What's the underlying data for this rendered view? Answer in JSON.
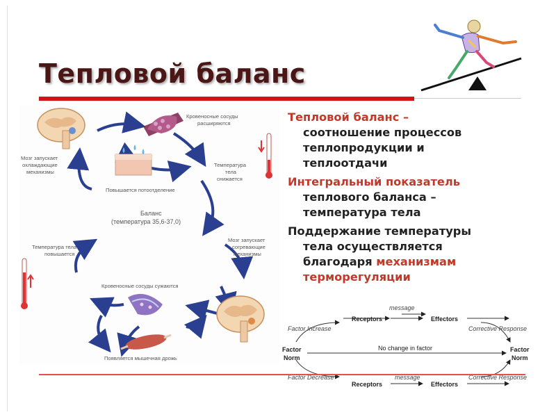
{
  "slide": {
    "title": "Тепловой баланс"
  },
  "bullets": [
    {
      "lead": "Тепловой баланс –",
      "lines": [
        "соотношение процессов",
        "теплопродукции и",
        "теплоотдачи"
      ]
    },
    {
      "lead": "Интегральный показатель",
      "lines": [
        "теплового баланса –",
        "температура тела"
      ]
    },
    {
      "first": "Поддержание температуры",
      "lines": [
        "тела осуществляется",
        "благодаря "
      ],
      "accent_lines": [
        "механизмам",
        "терморегуляции"
      ]
    }
  ],
  "cycle_diagram": {
    "vessels_dilate": "Кровеносные сосуды",
    "vessels_dilate_2": "расширяются",
    "brain_cooling": "Мозг запускает",
    "brain_cooling_2": "охлаждающие",
    "brain_cooling_3": "механизмы",
    "temp_drops": "Температура",
    "temp_drops_2": "тела",
    "temp_drops_3": "снижается",
    "sweating": "Повышается потоотделение",
    "balance": "Баланс",
    "balance_range": "(температура 35,6-37,0)",
    "temp_rises": "Температура тела",
    "temp_rises_2": "повышается",
    "brain_warming": "Мозг запускает",
    "brain_warming_2": "согревающие",
    "brain_warming_3": "механизмы",
    "vessels_constrict": "Кровеносные сосуды сужаются",
    "shivering": "Появляется мышечная дрожь"
  },
  "flow_diagram": {
    "message_top": "message",
    "factor_increase": "Factor Increase",
    "receptors_top": "Receptors",
    "effectors_top": "Effectors",
    "corrective_top": "Corrective Response",
    "factor_norm_left_1": "Factor",
    "factor_norm_left_2": "Norm",
    "no_change": "No change in factor",
    "factor_norm_right_1": "Factor",
    "factor_norm_right_2": "Norm",
    "factor_decrease": "Factor Decrease",
    "receptors_bottom": "Receptors",
    "message_bottom": "message",
    "effectors_bottom": "Effectors",
    "corrective_bottom": "Corrective Response"
  },
  "colors": {
    "title": "#4a1616",
    "accent_red": "#d21414",
    "bullet_red": "#c0392b",
    "arrow_blue": "#2a3f8f"
  }
}
